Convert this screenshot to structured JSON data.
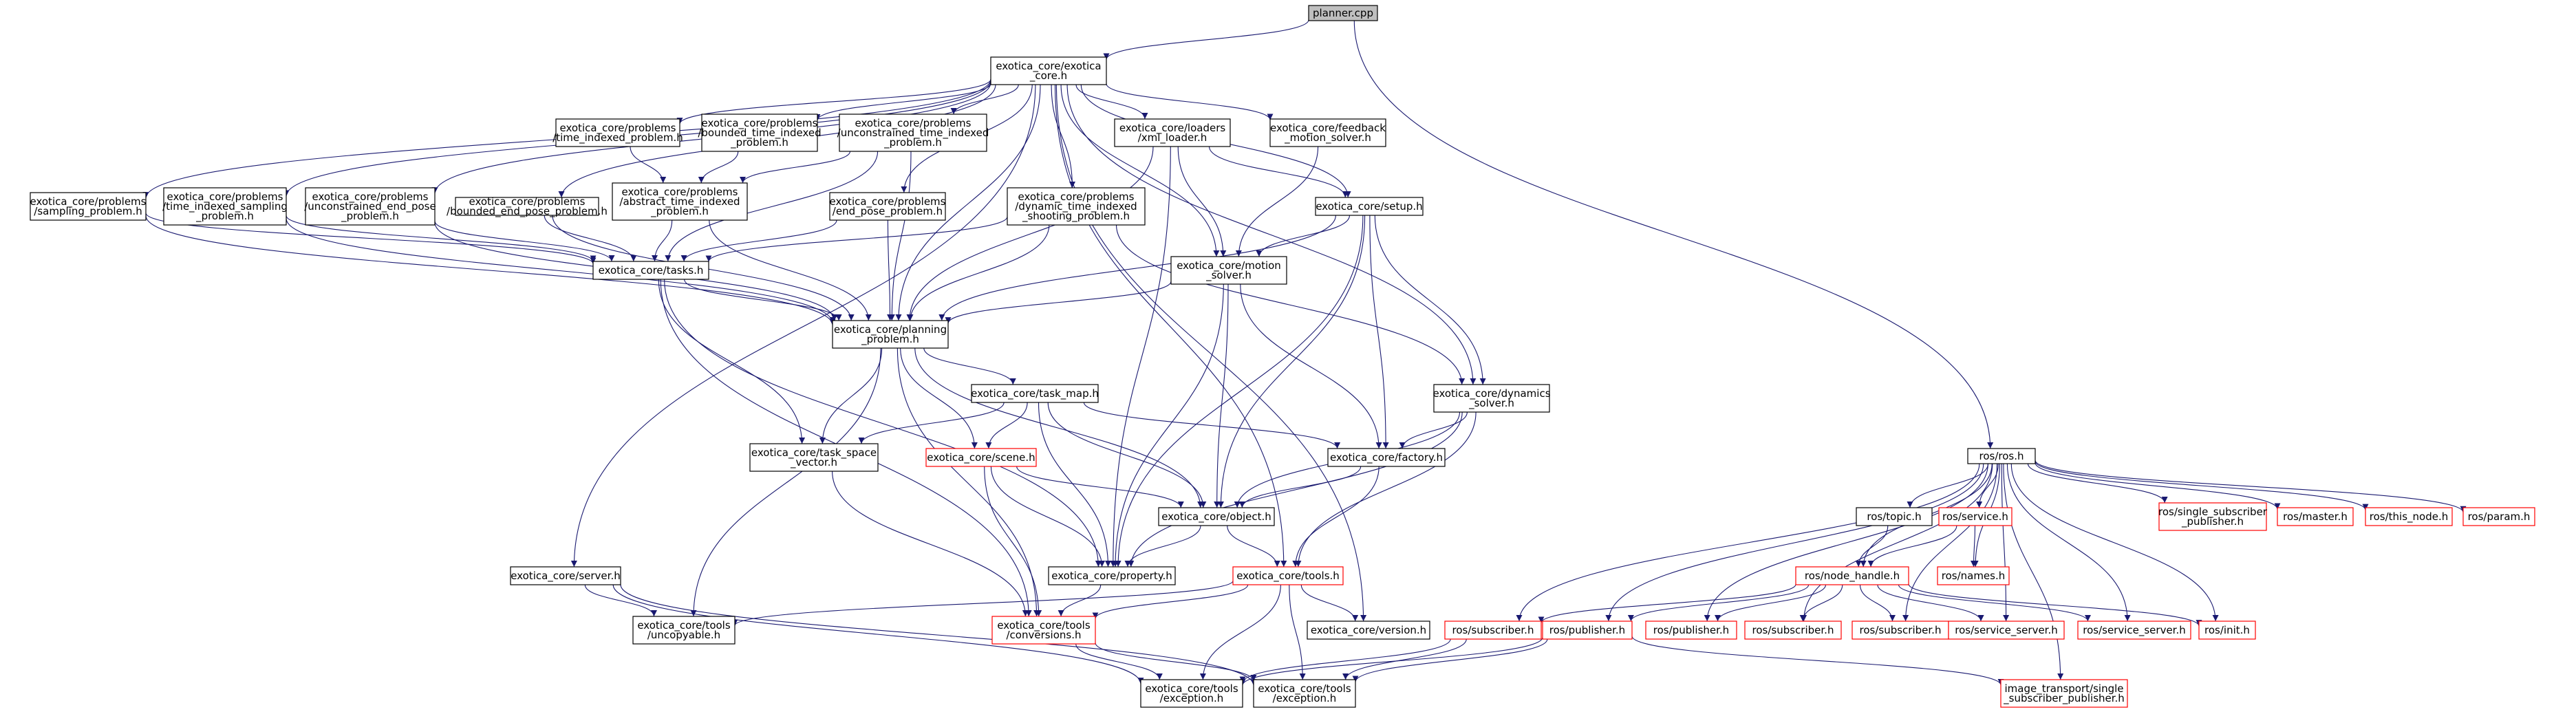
{
  "colors": {
    "edge": "#191970",
    "border_normal": "#000000",
    "border_red": "#ff0000",
    "root_fill": "#bfbfbf",
    "fill": "#ffffff",
    "text": "#000000"
  },
  "nodes": {
    "planner": {
      "lines": [
        "planner.cpp"
      ],
      "style": "root"
    },
    "core": {
      "lines": [
        "exotica_core/exotica",
        "_core.h"
      ],
      "style": "normal"
    },
    "rosh": {
      "lines": [
        "ros/ros.h"
      ],
      "style": "normal"
    },
    "tip": {
      "lines": [
        "exotica_core/problems",
        "/time_indexed_problem.h"
      ],
      "style": "normal"
    },
    "btip": {
      "lines": [
        "exotica_core/problems",
        "/bounded_time_indexed",
        "_problem.h"
      ],
      "style": "normal"
    },
    "utip": {
      "lines": [
        "exotica_core/problems",
        "/unconstrained_time_indexed",
        "_problem.h"
      ],
      "style": "normal"
    },
    "xml": {
      "lines": [
        "exotica_core/loaders",
        "/xml_loader.h"
      ],
      "style": "normal"
    },
    "fms": {
      "lines": [
        "exotica_core/feedback",
        "_motion_solver.h"
      ],
      "style": "normal"
    },
    "sp": {
      "lines": [
        "exotica_core/problems",
        "/sampling_problem.h"
      ],
      "style": "normal"
    },
    "tisp": {
      "lines": [
        "exotica_core/problems",
        "/time_indexed_sampling",
        "_problem.h"
      ],
      "style": "normal"
    },
    "uep": {
      "lines": [
        "exotica_core/problems",
        "/unconstrained_end_pose",
        "_problem.h"
      ],
      "style": "normal"
    },
    "bep": {
      "lines": [
        "exotica_core/problems",
        "/bounded_end_pose_problem.h"
      ],
      "style": "normal"
    },
    "atip": {
      "lines": [
        "exotica_core/problems",
        "/abstract_time_indexed",
        "_problem.h"
      ],
      "style": "normal"
    },
    "ep": {
      "lines": [
        "exotica_core/problems",
        "/end_pose_problem.h"
      ],
      "style": "normal"
    },
    "dtisp": {
      "lines": [
        "exotica_core/problems",
        "/dynamic_time_indexed",
        "_shooting_problem.h"
      ],
      "style": "normal"
    },
    "setup": {
      "lines": [
        "exotica_core/setup.h"
      ],
      "style": "normal"
    },
    "tasks": {
      "lines": [
        "exotica_core/tasks.h"
      ],
      "style": "normal"
    },
    "ms": {
      "lines": [
        "exotica_core/motion",
        "_solver.h"
      ],
      "style": "normal"
    },
    "pp": {
      "lines": [
        "exotica_core/planning",
        "_problem.h"
      ],
      "style": "normal"
    },
    "tm": {
      "lines": [
        "exotica_core/task_map.h"
      ],
      "style": "normal"
    },
    "ds": {
      "lines": [
        "exotica_core/dynamics",
        "_solver.h"
      ],
      "style": "normal"
    },
    "tsv": {
      "lines": [
        "exotica_core/task_space",
        "_vector.h"
      ],
      "style": "normal"
    },
    "scene": {
      "lines": [
        "exotica_core/scene.h"
      ],
      "style": "red"
    },
    "factory": {
      "lines": [
        "exotica_core/factory.h"
      ],
      "style": "normal"
    },
    "object": {
      "lines": [
        "exotica_core/object.h"
      ],
      "style": "normal"
    },
    "server": {
      "lines": [
        "exotica_core/server.h"
      ],
      "style": "normal"
    },
    "property": {
      "lines": [
        "exotica_core/property.h"
      ],
      "style": "normal"
    },
    "tools": {
      "lines": [
        "exotica_core/tools.h"
      ],
      "style": "red"
    },
    "uncopy": {
      "lines": [
        "exotica_core/tools",
        "/uncopyable.h"
      ],
      "style": "normal"
    },
    "conv": {
      "lines": [
        "exotica_core/tools",
        "/conversions.h"
      ],
      "style": "red"
    },
    "version": {
      "lines": [
        "exotica_core/version.h"
      ],
      "style": "normal"
    },
    "exc1": {
      "lines": [
        "exotica_core/tools",
        "/exception.h"
      ],
      "style": "normal"
    },
    "exc2": {
      "lines": [
        "exotica_core/tools",
        "/exception.h"
      ],
      "style": "normal"
    },
    "topic": {
      "lines": [
        "ros/topic.h"
      ],
      "style": "normal"
    },
    "service": {
      "lines": [
        "ros/service.h"
      ],
      "style": "red"
    },
    "ssp": {
      "lines": [
        "ros/single_subscriber",
        "_publisher.h"
      ],
      "style": "red"
    },
    "master": {
      "lines": [
        "ros/master.h"
      ],
      "style": "red"
    },
    "thisnode": {
      "lines": [
        "ros/this_node.h"
      ],
      "style": "red"
    },
    "param": {
      "lines": [
        "ros/param.h"
      ],
      "style": "red"
    },
    "nh": {
      "lines": [
        "ros/node_handle.h"
      ],
      "style": "red"
    },
    "names": {
      "lines": [
        "ros/names.h"
      ],
      "style": "red"
    },
    "sub1": {
      "lines": [
        "ros/subscriber.h"
      ],
      "style": "red"
    },
    "pub1": {
      "lines": [
        "ros/publisher.h"
      ],
      "style": "red"
    },
    "pub2": {
      "lines": [
        "ros/publisher.h"
      ],
      "style": "red"
    },
    "sub2": {
      "lines": [
        "ros/subscriber.h"
      ],
      "style": "red"
    },
    "sub3": {
      "lines": [
        "ros/subscriber.h"
      ],
      "style": "red"
    },
    "ss1": {
      "lines": [
        "ros/service_server.h"
      ],
      "style": "red"
    },
    "ss2": {
      "lines": [
        "ros/service_server.h"
      ],
      "style": "red"
    },
    "init": {
      "lines": [
        "ros/init.h"
      ],
      "style": "red"
    },
    "itssp": {
      "lines": [
        "image_transport/single",
        "_subscriber_publisher.h"
      ],
      "style": "red"
    }
  },
  "edges": [
    [
      "planner",
      "core"
    ],
    [
      "planner",
      "rosh"
    ],
    [
      "core",
      "tip"
    ],
    [
      "core",
      "btip"
    ],
    [
      "core",
      "utip"
    ],
    [
      "core",
      "xml"
    ],
    [
      "core",
      "fms"
    ],
    [
      "core",
      "sp"
    ],
    [
      "core",
      "tisp"
    ],
    [
      "core",
      "uep"
    ],
    [
      "core",
      "bep"
    ],
    [
      "core",
      "ep"
    ],
    [
      "core",
      "dtisp"
    ],
    [
      "core",
      "setup"
    ],
    [
      "core",
      "ms"
    ],
    [
      "core",
      "pp"
    ],
    [
      "core",
      "ds"
    ],
    [
      "core",
      "server"
    ],
    [
      "core",
      "tools"
    ],
    [
      "core",
      "version"
    ],
    [
      "tip",
      "atip"
    ],
    [
      "btip",
      "atip"
    ],
    [
      "utip",
      "atip"
    ],
    [
      "utip",
      "tasks"
    ],
    [
      "utip",
      "pp"
    ],
    [
      "atip",
      "tasks"
    ],
    [
      "atip",
      "pp"
    ],
    [
      "sp",
      "tasks"
    ],
    [
      "sp",
      "pp"
    ],
    [
      "tisp",
      "tasks"
    ],
    [
      "tisp",
      "pp"
    ],
    [
      "uep",
      "tasks"
    ],
    [
      "uep",
      "pp"
    ],
    [
      "bep",
      "tasks"
    ],
    [
      "bep",
      "pp"
    ],
    [
      "ep",
      "tasks"
    ],
    [
      "ep",
      "pp"
    ],
    [
      "dtisp",
      "tasks"
    ],
    [
      "dtisp",
      "pp"
    ],
    [
      "dtisp",
      "ds"
    ],
    [
      "xml",
      "setup"
    ],
    [
      "xml",
      "ms"
    ],
    [
      "xml",
      "pp"
    ],
    [
      "xml",
      "property"
    ],
    [
      "fms",
      "ms"
    ],
    [
      "setup",
      "ms"
    ],
    [
      "setup",
      "pp"
    ],
    [
      "setup",
      "ds"
    ],
    [
      "setup",
      "factory"
    ],
    [
      "setup",
      "object"
    ],
    [
      "setup",
      "property"
    ],
    [
      "tasks",
      "pp"
    ],
    [
      "tasks",
      "tsv"
    ],
    [
      "tasks",
      "property"
    ],
    [
      "tasks",
      "conv"
    ],
    [
      "ms",
      "pp"
    ],
    [
      "ms",
      "factory"
    ],
    [
      "ms",
      "object"
    ],
    [
      "ms",
      "property"
    ],
    [
      "pp",
      "tm"
    ],
    [
      "pp",
      "tsv"
    ],
    [
      "pp",
      "scene"
    ],
    [
      "pp",
      "object"
    ],
    [
      "pp",
      "uncopy"
    ],
    [
      "pp",
      "conv"
    ],
    [
      "tm",
      "tsv"
    ],
    [
      "tm",
      "scene"
    ],
    [
      "tm",
      "factory"
    ],
    [
      "tm",
      "object"
    ],
    [
      "tm",
      "property"
    ],
    [
      "ds",
      "factory"
    ],
    [
      "ds",
      "object"
    ],
    [
      "ds",
      "property"
    ],
    [
      "ds",
      "tools"
    ],
    [
      "tsv",
      "conv"
    ],
    [
      "scene",
      "object"
    ],
    [
      "scene",
      "property"
    ],
    [
      "scene",
      "conv"
    ],
    [
      "factory",
      "object"
    ],
    [
      "factory",
      "tools"
    ],
    [
      "object",
      "property"
    ],
    [
      "object",
      "tools"
    ],
    [
      "server",
      "uncopy"
    ],
    [
      "server",
      "exc1"
    ],
    [
      "server",
      "exc2"
    ],
    [
      "property",
      "conv"
    ],
    [
      "tools",
      "uncopy"
    ],
    [
      "tools",
      "conv"
    ],
    [
      "tools",
      "version"
    ],
    [
      "tools",
      "exc1"
    ],
    [
      "tools",
      "exc2"
    ],
    [
      "conv",
      "exc1"
    ],
    [
      "conv",
      "exc2"
    ],
    [
      "rosh",
      "topic"
    ],
    [
      "rosh",
      "service"
    ],
    [
      "rosh",
      "ssp"
    ],
    [
      "rosh",
      "master"
    ],
    [
      "rosh",
      "thisnode"
    ],
    [
      "rosh",
      "param"
    ],
    [
      "rosh",
      "nh"
    ],
    [
      "rosh",
      "names"
    ],
    [
      "rosh",
      "sub1"
    ],
    [
      "rosh",
      "pub1"
    ],
    [
      "rosh",
      "pub2"
    ],
    [
      "rosh",
      "sub2"
    ],
    [
      "rosh",
      "sub3"
    ],
    [
      "rosh",
      "ss1"
    ],
    [
      "rosh",
      "ss2"
    ],
    [
      "rosh",
      "init"
    ],
    [
      "rosh",
      "itssp"
    ],
    [
      "topic",
      "nh"
    ],
    [
      "service",
      "nh"
    ],
    [
      "service",
      "names"
    ],
    [
      "nh",
      "sub1"
    ],
    [
      "nh",
      "pub1"
    ],
    [
      "nh",
      "pub2"
    ],
    [
      "nh",
      "sub2"
    ],
    [
      "nh",
      "sub3"
    ],
    [
      "nh",
      "ss1"
    ],
    [
      "nh",
      "ss2"
    ],
    [
      "nh",
      "init"
    ],
    [
      "sub1",
      "exc1"
    ],
    [
      "sub1",
      "exc2"
    ],
    [
      "pub1",
      "exc1"
    ],
    [
      "pub1",
      "exc2"
    ],
    [
      "pub1",
      "itssp"
    ]
  ]
}
